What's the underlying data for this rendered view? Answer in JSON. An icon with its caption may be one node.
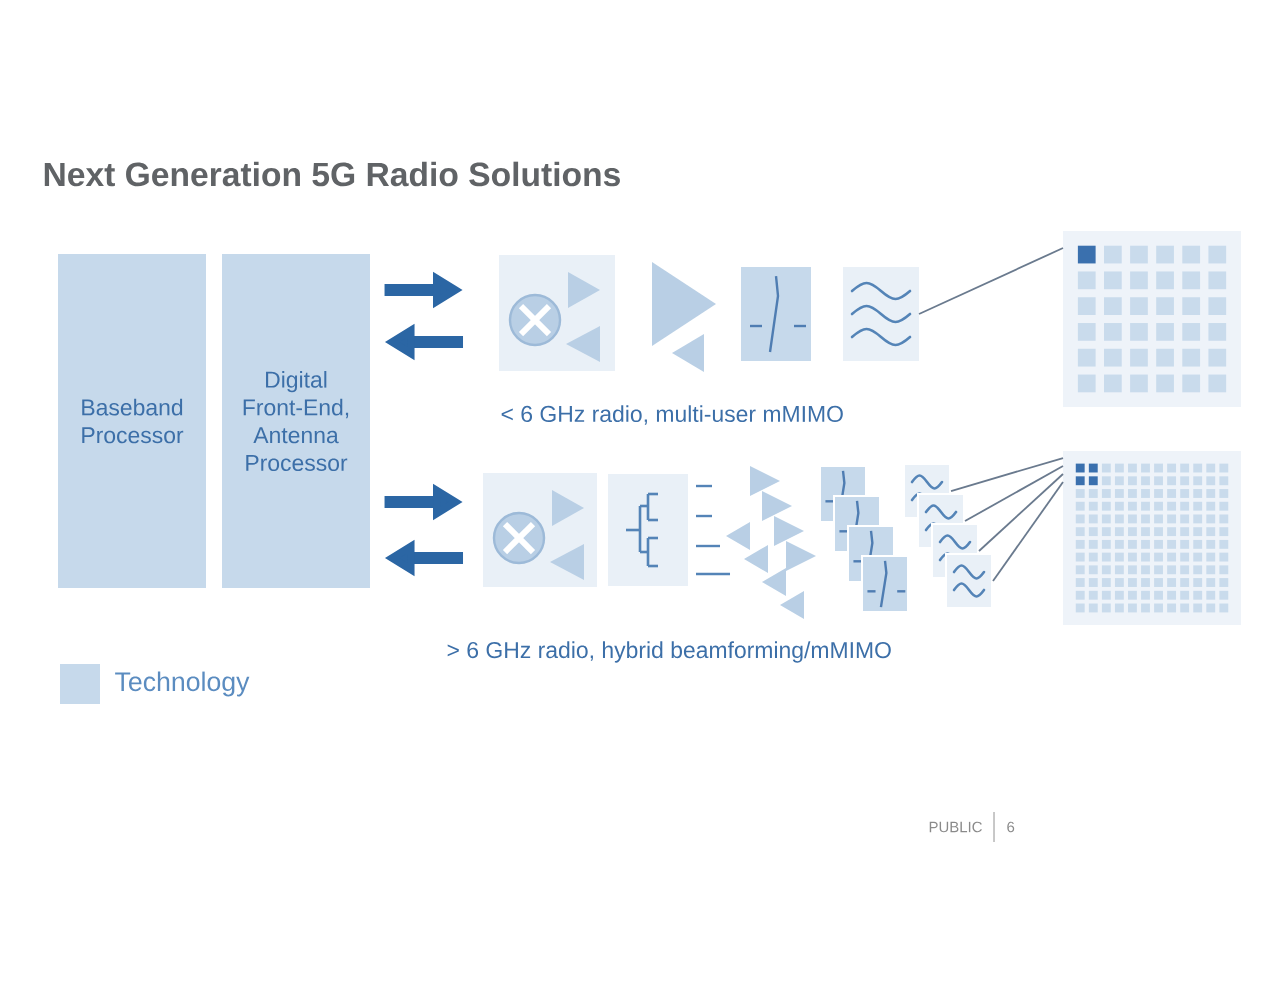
{
  "diagram": {
    "title": "Next Generation 5G Radio Solutions",
    "nodes": [
      {
        "text": [
          "Baseband Processor"
        ]
      },
      {
        "text": [
          "Digital Front-End, Antenna Processor"
        ]
      },
      {
        "text": [],
        "shape": "picture"
      },
      {
        "text": [],
        "shape": "picture"
      },
      {
        "text": [],
        "shape": "picture"
      },
      {
        "text": [],
        "shape": "picture"
      },
      {
        "text": [],
        "shape": "picture"
      },
      {
        "text": [],
        "shape": "picture"
      },
      {
        "text": [],
        "shape": "picture"
      },
      {
        "text": [],
        "shape": "picture"
      },
      {
        "text": [],
        "shape": "picture"
      }
    ],
    "edges": [
      {
        "from": 1,
        "to": 2,
        "arrow": "to",
        "style": "thick",
        "color": "#2b66a4"
      },
      {
        "from": 2,
        "to": 1,
        "arrow": "to",
        "style": "thick",
        "color": "#2b66a4"
      },
      {
        "from": 1,
        "to": 5,
        "arrow": "to",
        "style": "thick",
        "color": "#2b66a4"
      },
      {
        "from": 5,
        "to": 1,
        "arrow": "to",
        "style": "thick",
        "color": "#2b66a4"
      },
      {
        "from": 3,
        "to": 4,
        "arrow": "none"
      },
      {
        "from": 6,
        "to": 10,
        "arrow": "none"
      },
      {
        "from": 7,
        "to": 10,
        "arrow": "none"
      },
      {
        "from": 8,
        "to": 10,
        "arrow": "none"
      },
      {
        "from": 9,
        "to": 10,
        "arrow": "none"
      }
    ],
    "labels": [
      "< 6 GHz radio, multi-user mMIMO",
      "> 6 GHz radio, hybrid beamforming/mMIMO",
      "PUBLIC",
      "6"
    ],
    "legend": [
      {
        "text": "Technology",
        "color": "#c6d9eb"
      }
    ]
  }
}
